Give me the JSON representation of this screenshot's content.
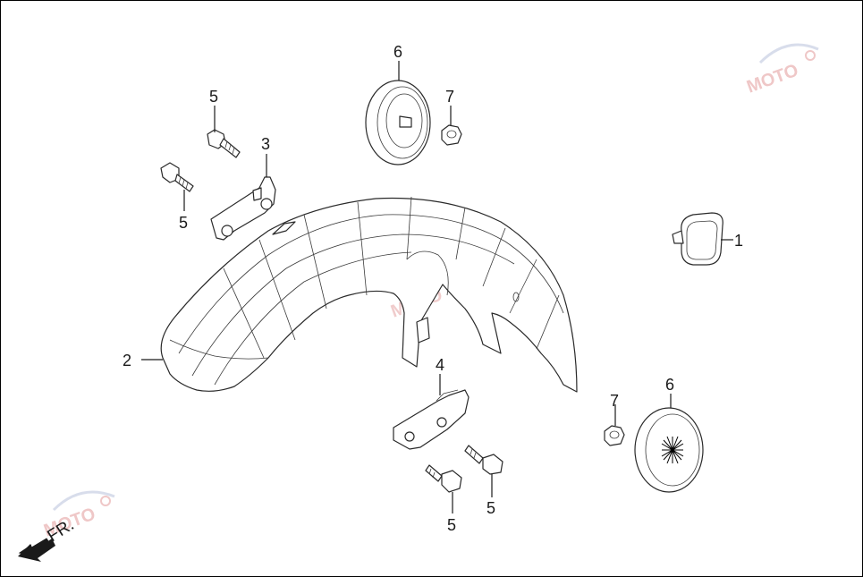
{
  "diagram": {
    "callouts": {
      "c1": "1",
      "c2": "2",
      "c3": "3",
      "c4": "4",
      "c5a": "5",
      "c5b": "5",
      "c5c": "5",
      "c5d": "5",
      "c6a": "6",
      "c6b": "6",
      "c7a": "7",
      "c7b": "7"
    },
    "direction_label": "FR.",
    "watermark_color": "#d0d6e8",
    "watermark_accent": "#e08a8a"
  }
}
